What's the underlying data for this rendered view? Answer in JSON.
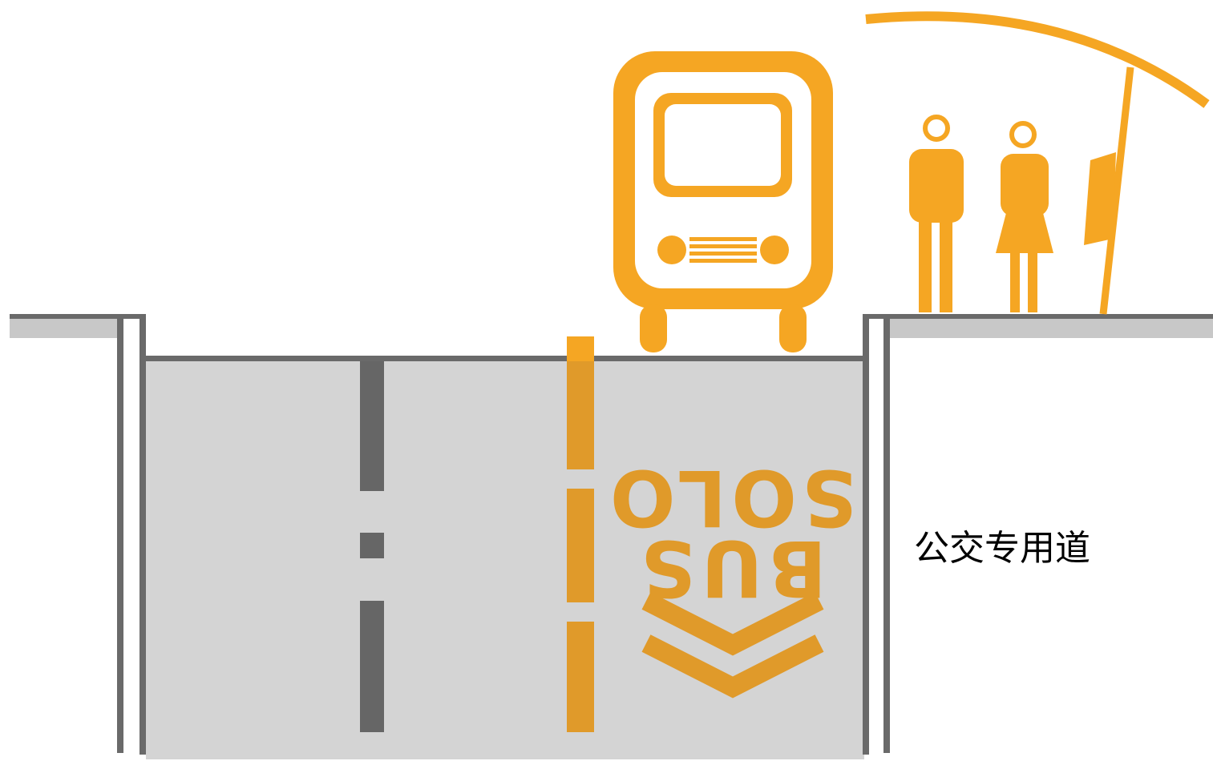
{
  "colors": {
    "accent": "#F5A623",
    "accent_on_road": "#E09A2A",
    "road": "#D4D4D4",
    "curb_lines": "#6A6A6A",
    "lane_dash": "#666666",
    "sidewalk_band": "#C8C8C8"
  },
  "road_marking": {
    "line1": "BUS",
    "line2": "SOLO",
    "orientation": "upside-down",
    "arrow": "double-chevron-down"
  },
  "caption": "公交专用道",
  "icons": [
    "bus-front-icon",
    "man-icon",
    "woman-icon",
    "bus-stop-shelter-icon"
  ]
}
